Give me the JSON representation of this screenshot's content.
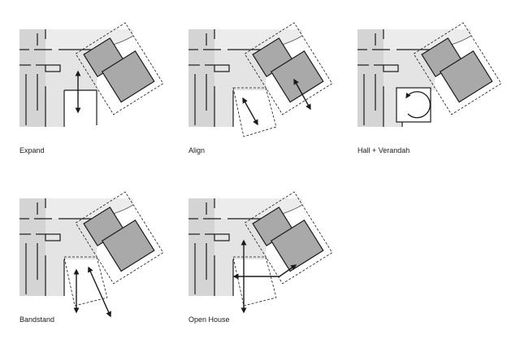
{
  "diagram": {
    "panels": [
      {
        "id": "expand",
        "label": "Expand"
      },
      {
        "id": "align",
        "label": "Align"
      },
      {
        "id": "hall-verandah",
        "label": "Hall + Verandah"
      },
      {
        "id": "bandstand",
        "label": "Bandstand"
      },
      {
        "id": "open-house",
        "label": "Open House"
      }
    ],
    "colors": {
      "existing_building": "#d4d4d4",
      "light_fill": "#ececec",
      "pavilion": "#a9a9a9",
      "line": "#1a1a1a"
    }
  }
}
